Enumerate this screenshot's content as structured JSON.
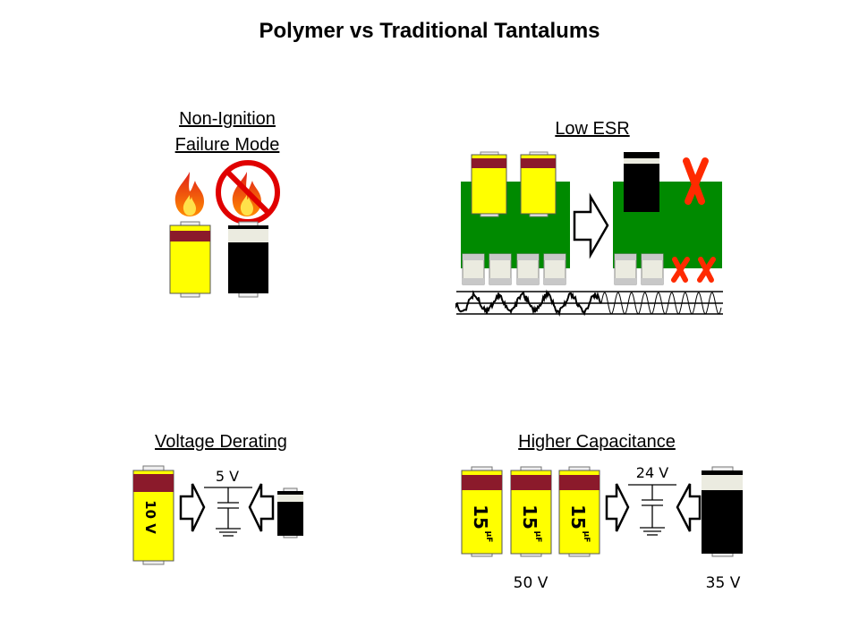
{
  "title": "Polymer vs Traditional Tantalums",
  "panels": {
    "non_ignition": {
      "title_line1": "Non-Ignition",
      "title_line2": "Failure Mode"
    },
    "low_esr": {
      "title": "Low ESR"
    },
    "voltage_derating": {
      "title": "Voltage Derating",
      "rail_voltage": "5 V",
      "cap_rating": "10 V"
    },
    "higher_capacitance": {
      "title": "Higher Capacitance",
      "rail_voltage": "24 V",
      "cap_value": "15",
      "cap_unit": "µF",
      "traditional_voltage": "50 V",
      "polymer_voltage": "35 V"
    }
  },
  "colors": {
    "yellow": "#FFFF00",
    "maroon": "#8B1A2B",
    "green": "#008A00",
    "red": "#FF2A00",
    "black": "#000000"
  }
}
